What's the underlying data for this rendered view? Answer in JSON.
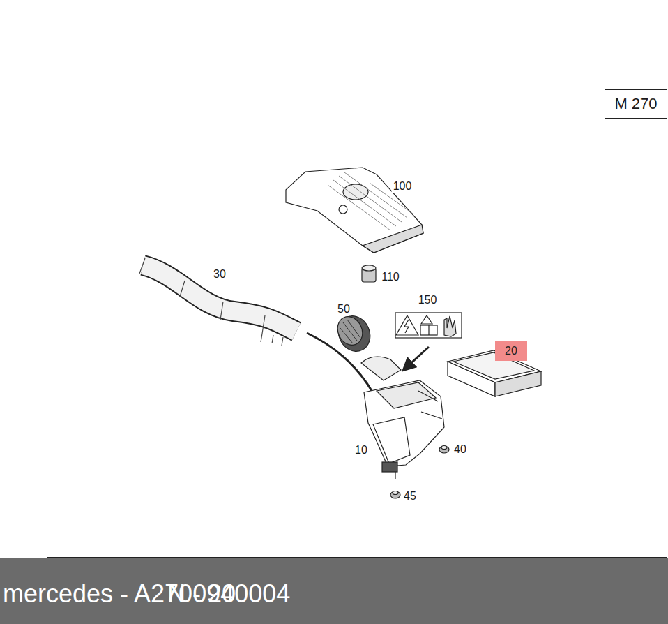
{
  "diagram": {
    "nodes": [
      {
        "text": [
          "M 270"
        ]
      },
      {
        "text": [
          "20"
        ]
      },
      {
        "text": [
          "mercedes - A2700940004",
          "N - 20"
        ]
      }
    ],
    "labels": [
      "100",
      "110",
      "30",
      "50",
      "150",
      "10",
      "40",
      "45"
    ]
  }
}
